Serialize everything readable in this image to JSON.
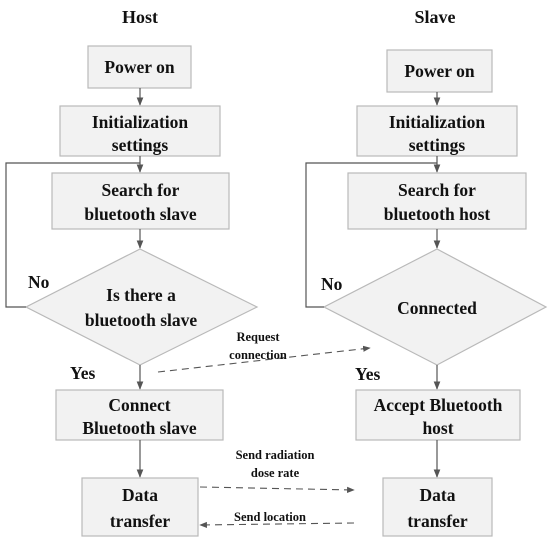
{
  "host": {
    "title": "Host",
    "power_on": "Power on",
    "init": [
      "Initialization",
      "settings"
    ],
    "search": [
      "Search for",
      "bluetooth slave"
    ],
    "decision": [
      "Is there a",
      "bluetooth slave"
    ],
    "connect": [
      "Connect",
      "Bluetooth slave"
    ],
    "data": [
      "Data",
      "transfer"
    ],
    "no_label": "No",
    "yes_label": "Yes"
  },
  "slave": {
    "title": "Slave",
    "power_on": "Power on",
    "init": [
      "Initialization",
      "settings"
    ],
    "search": [
      "Search for",
      "bluetooth host"
    ],
    "decision": [
      "Connected"
    ],
    "accept": [
      "Accept Bluetooth",
      "host"
    ],
    "data": [
      "Data",
      "transfer"
    ],
    "no_label": "No",
    "yes_label": "Yes"
  },
  "links": {
    "request": [
      "Request",
      "connection"
    ],
    "send_rate": [
      "Send radiation",
      "dose rate"
    ],
    "send_location": "Send location"
  }
}
